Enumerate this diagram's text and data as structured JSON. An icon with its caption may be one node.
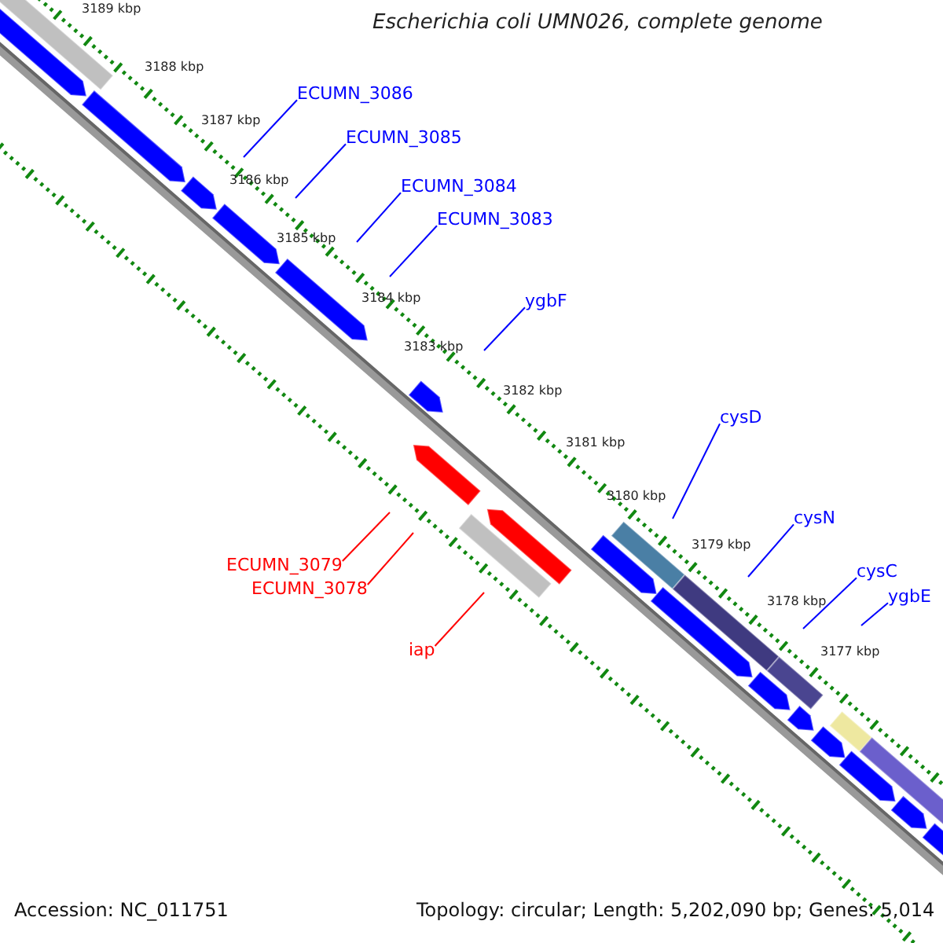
{
  "diagram": {
    "title": "Escherichia coli UMN026, complete genome",
    "nodes": [
      {
        "text": [
          "ECUMN_3086"
        ]
      },
      {
        "text": [
          "ECUMN_3085"
        ]
      },
      {
        "text": [
          "ECUMN_3084"
        ]
      },
      {
        "text": [
          "ECUMN_3083"
        ]
      },
      {
        "text": [
          "ygbF"
        ]
      },
      {
        "text": [
          "cysD"
        ]
      },
      {
        "text": [
          "cysN"
        ]
      },
      {
        "text": [
          "ECUMN_3079"
        ]
      },
      {
        "text": [
          "cysC"
        ]
      },
      {
        "text": [
          "ECUMN_3078"
        ]
      },
      {
        "text": [
          "ygbE"
        ]
      },
      {
        "text": [
          "iap"
        ]
      }
    ],
    "edges": [
      {
        "from": 0,
        "to": null,
        "arrow": "none"
      },
      {
        "from": 1,
        "to": null,
        "arrow": "none"
      },
      {
        "from": 2,
        "to": null,
        "arrow": "none"
      },
      {
        "from": 3,
        "to": null,
        "arrow": "none"
      },
      {
        "from": 4,
        "to": null,
        "arrow": "none"
      },
      {
        "from": 5,
        "to": null,
        "arrow": "none"
      },
      {
        "from": 6,
        "to": null,
        "arrow": "none"
      },
      {
        "from": 7,
        "to": null,
        "arrow": "none",
        "color": "#ff0000"
      },
      {
        "from": 8,
        "to": null,
        "arrow": "none"
      },
      {
        "from": 9,
        "to": null,
        "arrow": "none",
        "color": "#ff0000"
      },
      {
        "from": 10,
        "to": null,
        "arrow": "none"
      },
      {
        "from": 11,
        "to": null,
        "arrow": "none",
        "color": "#ff0000"
      }
    ],
    "labels": [
      "3189 kbp",
      "3188 kbp",
      "3187 kbp",
      "3186 kbp",
      "3185 kbp",
      "3184 kbp",
      "3183 kbp",
      "3182 kbp",
      "3181 kbp",
      "3180 kbp",
      "3179 kbp",
      "3178 kbp",
      "3177 kbp",
      "Accession: NC_011751",
      "Topology: circular; Length: 5,202,090 bp; Genes: 5,014"
    ]
  }
}
